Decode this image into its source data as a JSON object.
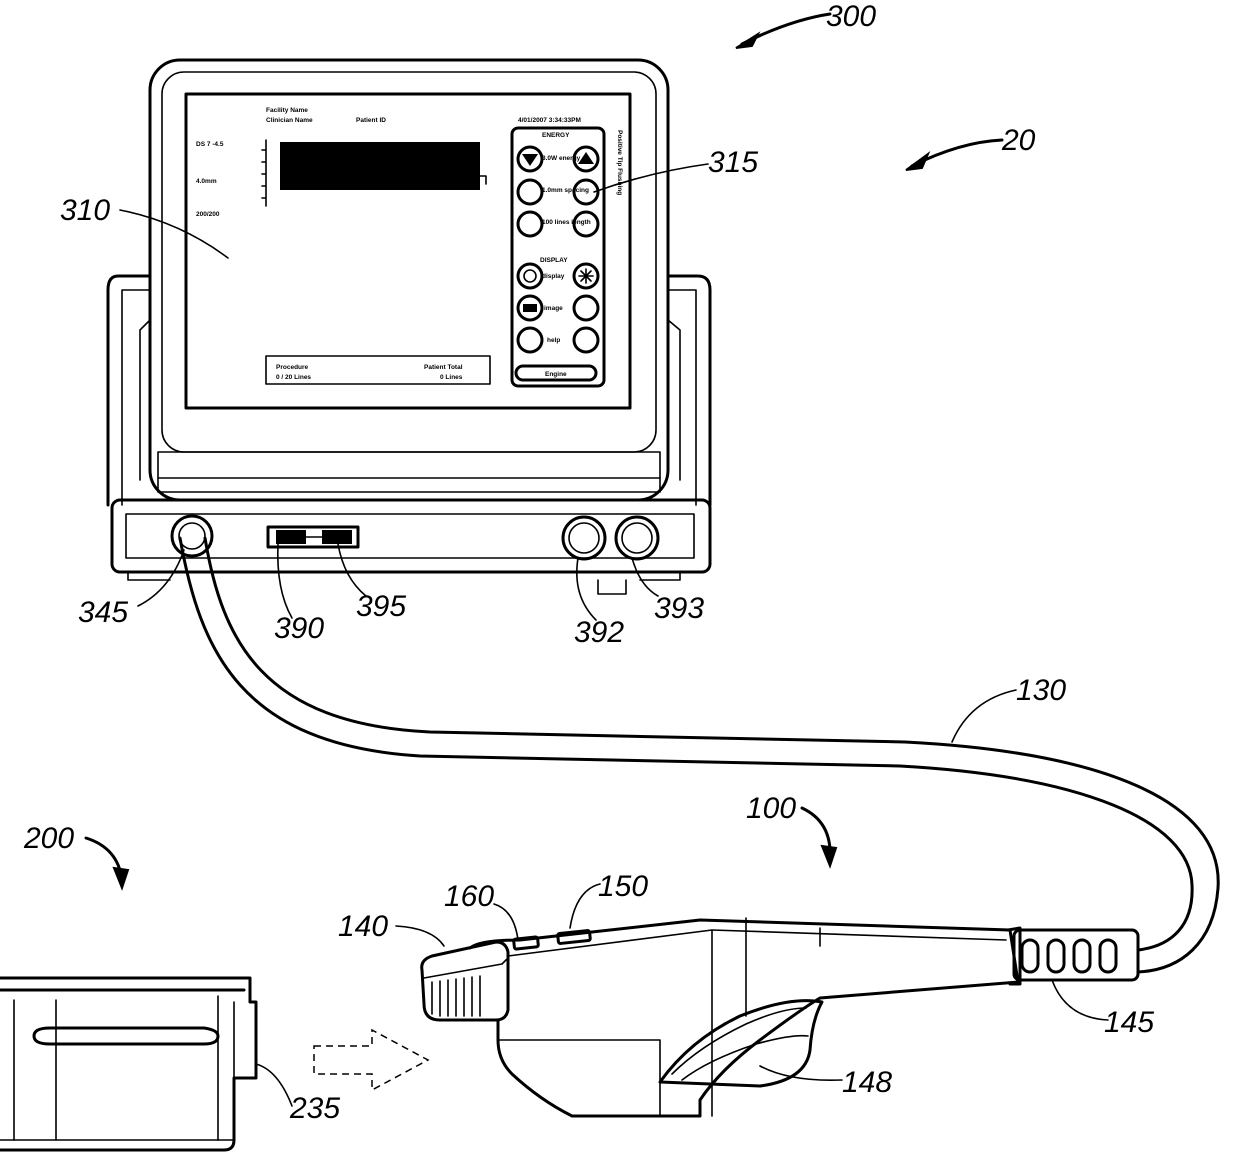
{
  "figure": {
    "labels": {
      "system": "300",
      "console": "20",
      "display": "310",
      "control_panel": "315",
      "cable_port": "345",
      "switch_left": "390",
      "switch_right": "395",
      "knob_left": "392",
      "knob_right": "393",
      "cable": "130",
      "handpiece": "100",
      "tip": "140",
      "strain_relief": "145",
      "grip": "148",
      "button_front": "160",
      "button_rear": "150",
      "cap": "200",
      "cap_rim": "235"
    },
    "screen_text": {
      "l1": "Facility Name",
      "l2": "Clinician Name",
      "l3": "Patient ID",
      "date": "4/01/2007 3:34:33PM",
      "s1": "DS 7 -4.5",
      "s2": "4.0mm",
      "s3": "200/200",
      "b1": "Procedure",
      "b2": "0 / 20 Lines",
      "b3": "Patient Total",
      "b4": "0 Lines",
      "p1": "ENERGY",
      "p2": "3.0W energy",
      "p3": "1.0mm spacing",
      "p4": "100 lines length",
      "p5": "DISPLAY",
      "p6": "display",
      "p7": "image",
      "p8": "help",
      "p9": "Engine",
      "side": "Positive Tip   Flushing"
    }
  }
}
